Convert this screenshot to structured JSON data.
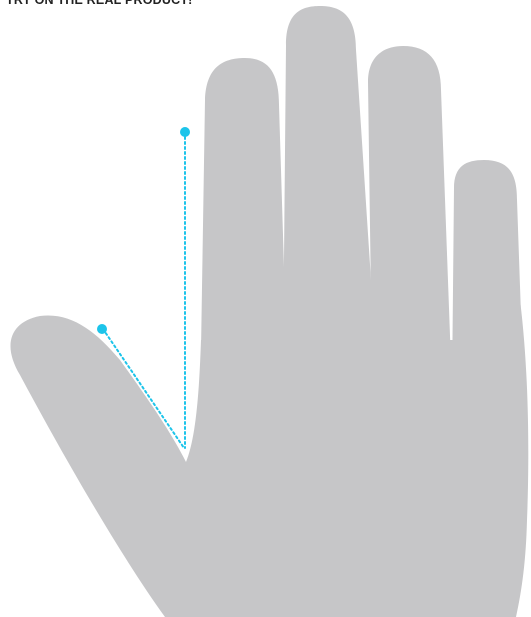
{
  "caption": "TRY ON THE REAL PRODUCT!",
  "colors": {
    "hand": "#c6c6c8",
    "measure": "#1cc4ea",
    "caption": "#222222"
  },
  "icons": [
    "hand-illustration",
    "measurement-point"
  ]
}
